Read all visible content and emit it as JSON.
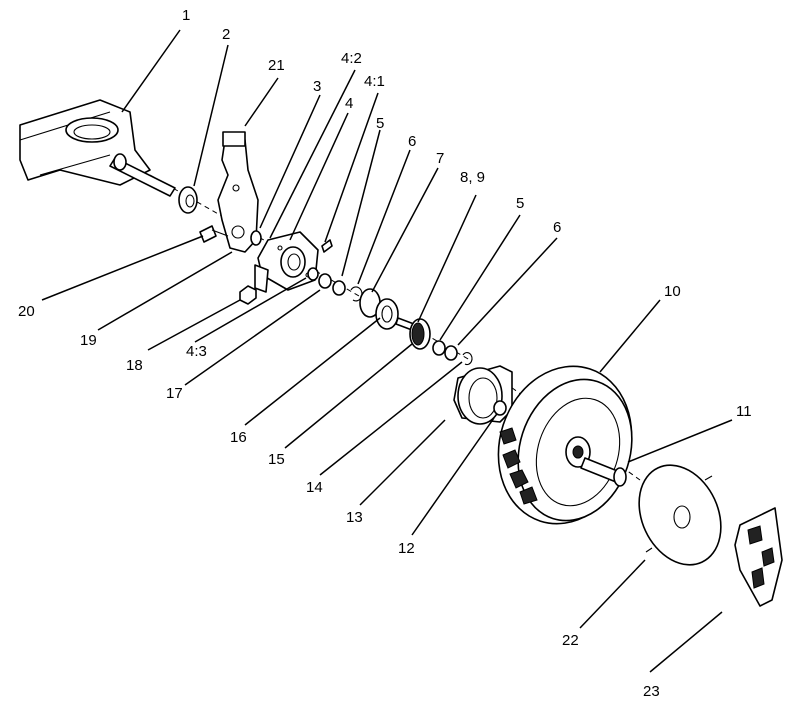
{
  "callouts": {
    "c1": "1",
    "c2": "2",
    "c21": "21",
    "c3": "3",
    "c4_2": "4:2",
    "c4": "4",
    "c4_1": "4:1",
    "c5a": "5",
    "c6a": "6",
    "c7": "7",
    "c8_9": "8, 9",
    "c5b": "5",
    "c6b": "6",
    "c10": "10",
    "c11": "11",
    "c20": "20",
    "c19": "19",
    "c18": "18",
    "c4_3": "4:3",
    "c17": "17",
    "c16": "16",
    "c15": "15",
    "c14": "14",
    "c13": "13",
    "c12": "12",
    "c22": "22",
    "c23": "23"
  }
}
